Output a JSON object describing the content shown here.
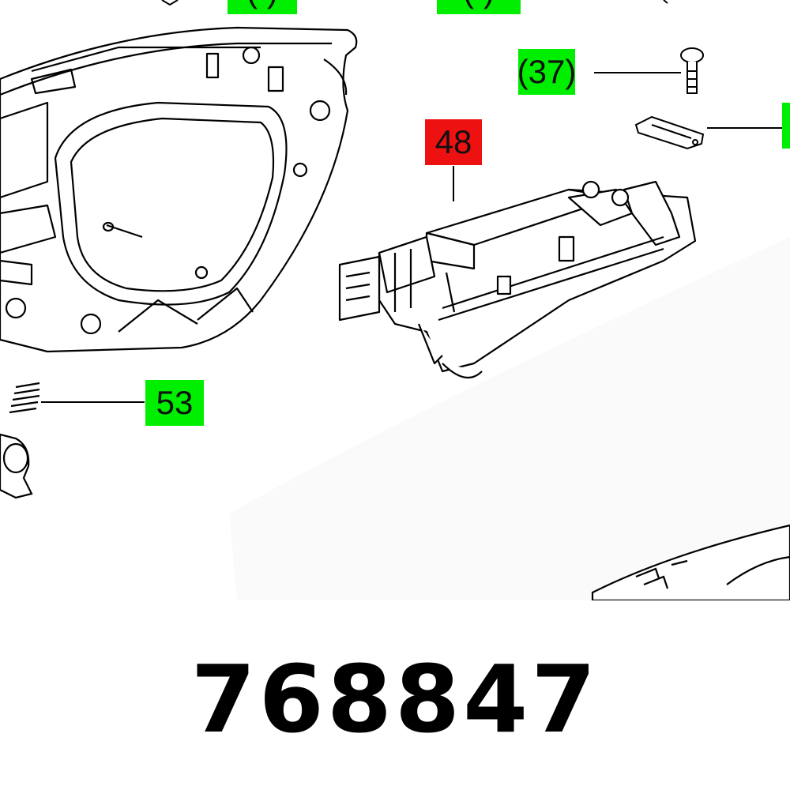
{
  "callouts": {
    "top_left_partial": "(  )",
    "top_mid_partial": "(  )",
    "c37": "(37)",
    "c48": "48",
    "c53": "53",
    "right_edge_partial": ""
  },
  "part_number": "768847",
  "colors": {
    "callout_green": "#00ee00",
    "callout_red": "#ee1111",
    "line": "#000000"
  }
}
